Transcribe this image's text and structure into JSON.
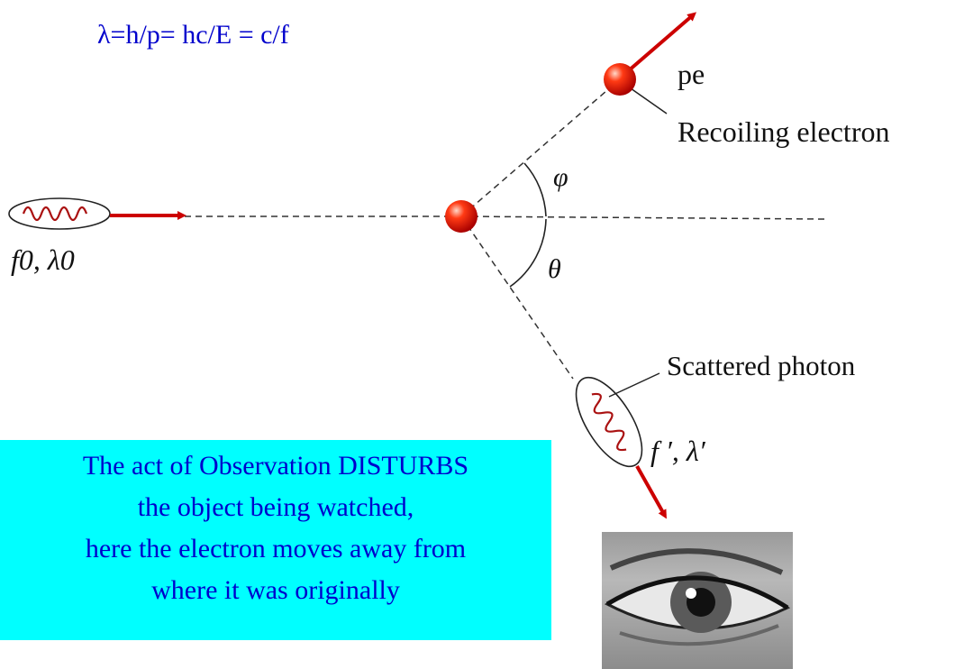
{
  "formula": "λ=h/p= hc/E = c/f",
  "labels": {
    "incident_photon": "f0, λ0",
    "electron_momentum": "pe",
    "recoiling_electron": "Recoiling electron",
    "phi": "φ",
    "theta": "θ",
    "scattered_photon": "Scattered photon",
    "scattered_photon_params": "f ′, λ′"
  },
  "note": {
    "lines": [
      "The act of Observation DISTURBS",
      "the object being watched,",
      "here the electron moves away from",
      "where it was originally"
    ]
  },
  "colors": {
    "formula_text": "#0000cc",
    "note_background": "#00ffff",
    "arrow": "#cc0000",
    "particle": "#ff2200",
    "wave": "#aa1111"
  },
  "images": {
    "eye": "eye-photo"
  }
}
